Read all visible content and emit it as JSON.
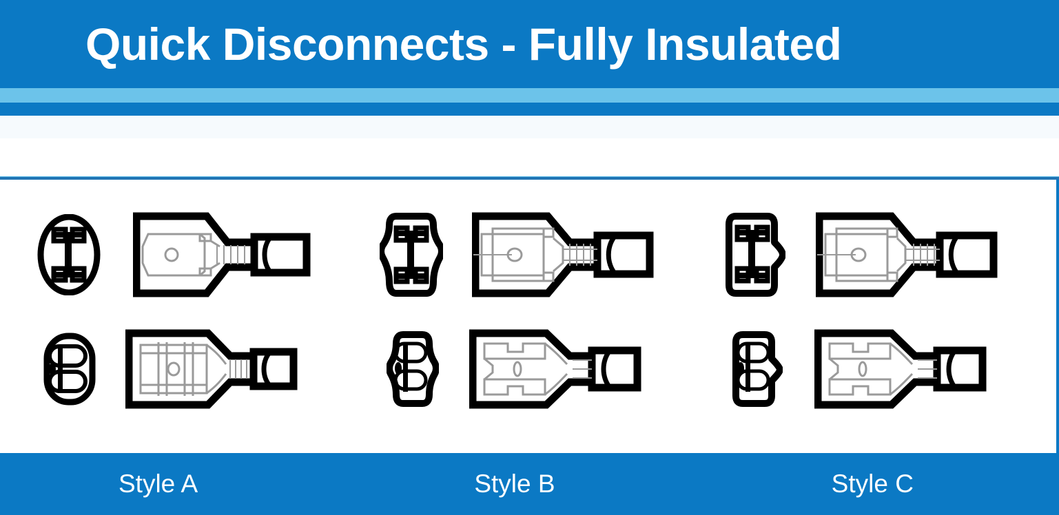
{
  "header": {
    "title": "Quick Disconnects - Fully Insulated",
    "background_color": "#0b79c4",
    "title_color": "#ffffff",
    "accent_band_color": "#6cc3ea"
  },
  "panel": {
    "background_color": "#ffffff",
    "border_color": "#0b79c4",
    "divider_color": "#2275b4"
  },
  "footer": {
    "background_color": "#0b79c4",
    "label_color": "#ffffff"
  },
  "columns": [
    {
      "id": "style-a",
      "label": "Style A",
      "cross_section_shape": "oval",
      "rows": [
        {
          "type": "male-tab",
          "name": "male-quick-disconnect-side-view"
        },
        {
          "type": "female-receptacle",
          "name": "female-quick-disconnect-side-view"
        }
      ]
    },
    {
      "id": "style-b",
      "label": "Style B",
      "cross_section_shape": "lobed",
      "rows": [
        {
          "type": "male-tab",
          "name": "male-quick-disconnect-side-view"
        },
        {
          "type": "female-receptacle",
          "name": "female-quick-disconnect-side-view"
        }
      ]
    },
    {
      "id": "style-c",
      "label": "Style C",
      "cross_section_shape": "notched-rectangle",
      "rows": [
        {
          "type": "male-tab",
          "name": "male-quick-disconnect-side-view"
        },
        {
          "type": "female-receptacle",
          "name": "female-quick-disconnect-side-view"
        }
      ]
    }
  ],
  "drawing_colors": {
    "outline": "#000000",
    "detail": "#9a9a9a",
    "fill": "#ffffff"
  }
}
